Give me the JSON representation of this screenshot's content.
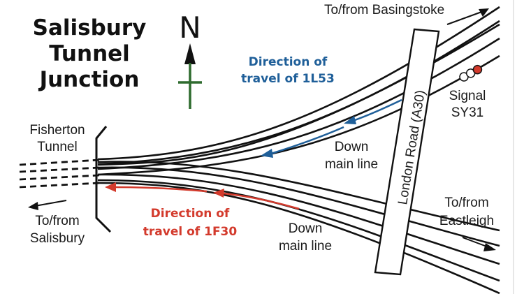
{
  "title": {
    "line1": "Salisbury",
    "line2": "Tunnel",
    "line3": "Junction"
  },
  "compass": {
    "letter": "N",
    "color": "#2e6b2e"
  },
  "labels": {
    "basingstoke": "To/from Basingstoke",
    "eastleigh_1": "To/from",
    "eastleigh_2": "Eastleigh",
    "salisbury_1": "To/from",
    "salisbury_2": "Salisbury",
    "fisherton_1": "Fisherton",
    "fisherton_2": "Tunnel",
    "down_main_upper_1": "Down",
    "down_main_upper_2": "main line",
    "down_main_lower_1": "Down",
    "down_main_lower_2": "main line",
    "signal_1": "Signal",
    "signal_2": "SY31",
    "road": "London Road (A30)"
  },
  "directions": {
    "blue_1": "Direction of",
    "blue_2": "travel of 1L53",
    "red_1": "Direction of",
    "red_2": "travel of 1F30"
  },
  "colors": {
    "blue": "#1f5f99",
    "red": "#d33a2c",
    "green": "#2e6b2e",
    "track": "#111111"
  }
}
